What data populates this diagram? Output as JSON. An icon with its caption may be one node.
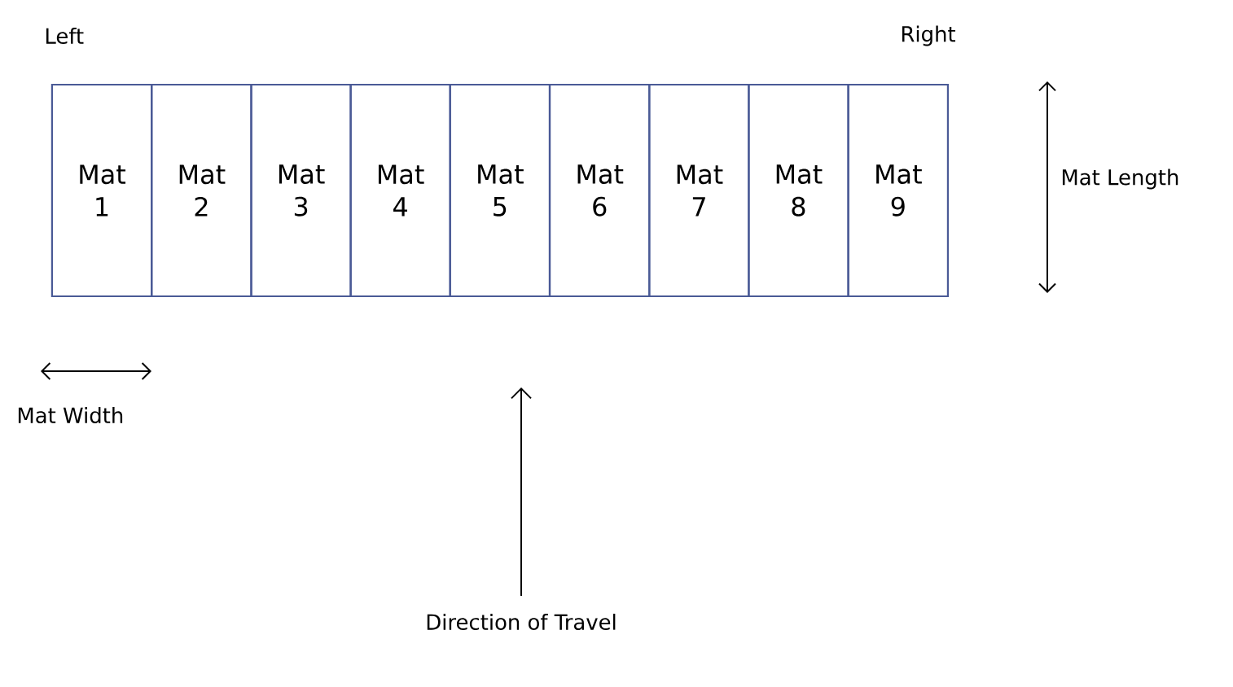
{
  "diagram": {
    "nodes": [
      {
        "text": [
          "Mat 1"
        ]
      },
      {
        "text": [
          "Mat 2"
        ]
      },
      {
        "text": [
          "Mat 3"
        ]
      },
      {
        "text": [
          "Mat 4"
        ]
      },
      {
        "text": [
          "Mat 5"
        ]
      },
      {
        "text": [
          "Mat 6"
        ]
      },
      {
        "text": [
          "Mat 7"
        ]
      },
      {
        "text": [
          "Mat 8"
        ]
      },
      {
        "text": [
          "Mat 9"
        ]
      }
    ],
    "labels": [
      "Left",
      "Right",
      "Mat Length",
      "Mat Width",
      "Direction of Travel"
    ]
  }
}
